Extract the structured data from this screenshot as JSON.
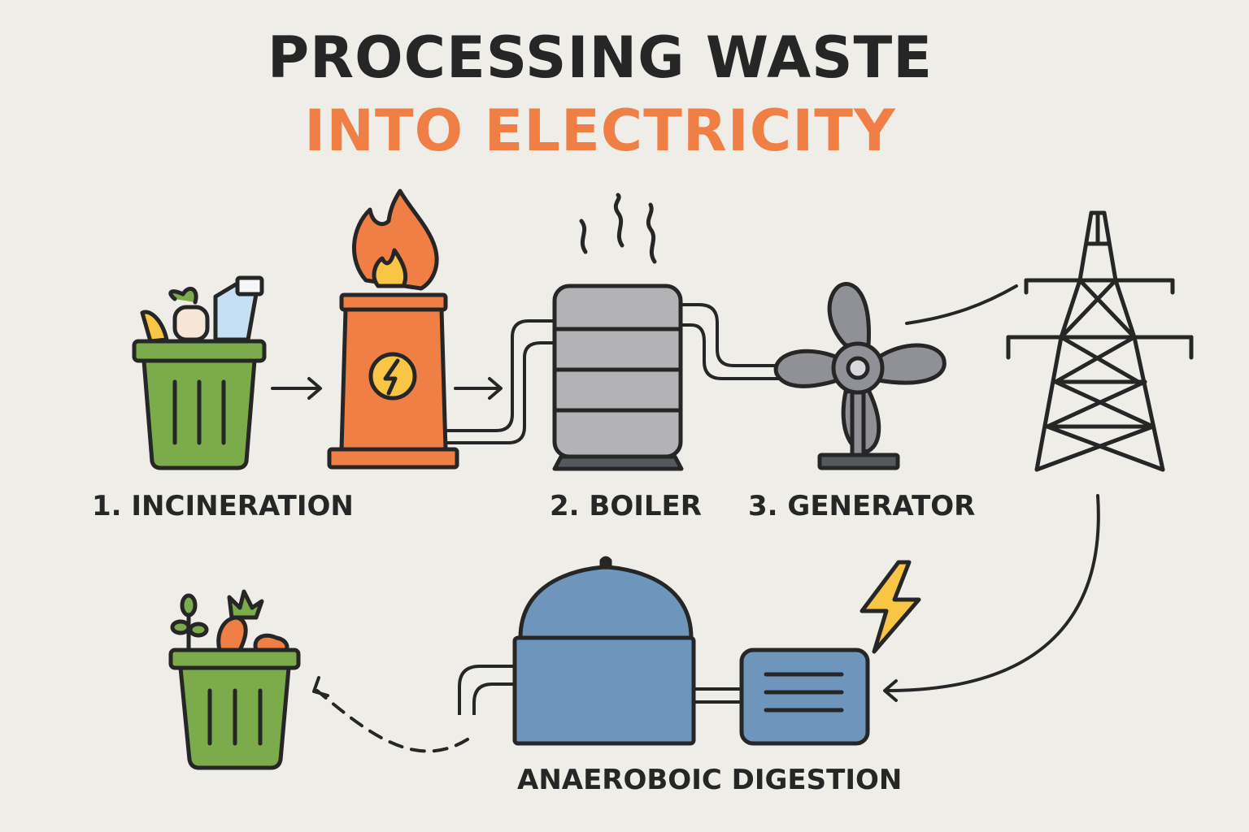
{
  "title": {
    "line1": "PROCESSING WASTE",
    "line2": "INTO ELECTRICITY"
  },
  "steps": {
    "incineration": "1. INCINERATION",
    "boiler": "2. BOILER",
    "generator": "3. GENERATOR",
    "digestion": "ANAEROBOIC DIGESTION"
  },
  "colors": {
    "background": "#efede8",
    "title_dark": "#262626",
    "title_accent": "#f07f45",
    "bin_green": "#7bab4a",
    "furnace_orange": "#f07f45",
    "boiler_gray": "#b3b3b5",
    "digester_blue": "#6e96bd",
    "bolt_yellow": "#f8c544"
  },
  "icons": [
    "waste-bin-icon",
    "furnace-icon",
    "boiler-icon",
    "generator-fan-icon",
    "power-tower-icon",
    "digester-tank-icon",
    "generator-unit-icon",
    "lightning-bolt-icon",
    "organic-bin-icon"
  ]
}
